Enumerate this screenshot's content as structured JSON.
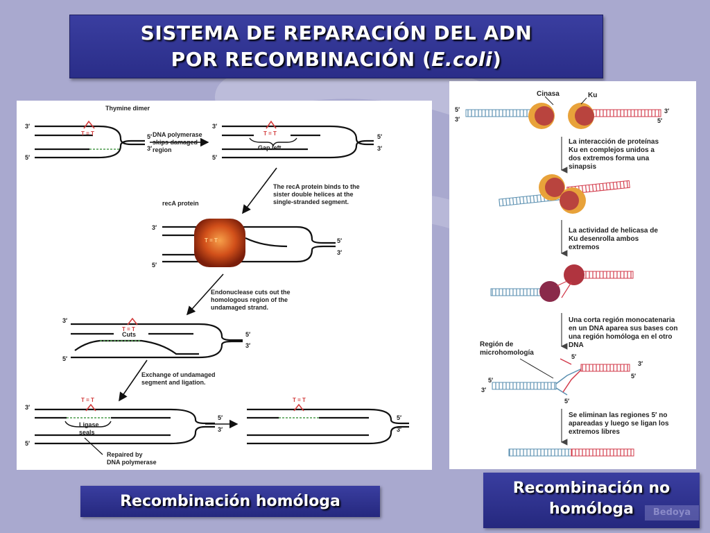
{
  "title": {
    "line1": "SISTEMA DE REPARACIÓN DEL ADN",
    "line2_prefix": "POR RECOMBINACIÓN (",
    "line2_italic": "E.coli",
    "line2_suffix": ")"
  },
  "left_diagram": {
    "labels": {
      "thymine_dimer": "Thymine dimer",
      "dna_polymerase": "DNA polymerase\nskips damaged\nregion",
      "gap_left": "Gap left",
      "reca_protein": "recA protein",
      "reca_binds": "The recA protein binds to the\nsister double helices at the\nsingle-stranded segment.",
      "endonuclease": "Endonuclease cuts out the\nhomologous region of the\nundamaged strand.",
      "cuts": "Cuts",
      "exchange": "Exchange of undamaged\nsegment and ligation.",
      "ligase_seals": "Ligase\nseals",
      "repaired_by": "Repaired by\nDNA polymerase",
      "dimer_mark": "T = T",
      "end_3": "3′",
      "end_5": "5′"
    }
  },
  "right_diagram": {
    "labels": {
      "cinasa": "Cinasa",
      "ku": "Ku",
      "step1": "La interacción de proteínas\nKu en complejos unidos a\ndos extremos forma una\nsinapsis",
      "step2": "La actividad de helicasa de\nKu desenrolla ambos\nextremos",
      "step3": "Una corta región monocatenaria\nen un DNA aparea sus bases con\nuna región homóloga en el otro\nDNA",
      "microhomology": "Región de\nmicrohomología",
      "step4": "Se eliminan las regiones 5′ no\napareadas y luego se ligan los\nextremos libres",
      "end_3": "3′",
      "end_5": "5′"
    }
  },
  "captions": {
    "homologous": "Recombinación homóloga",
    "non_homologous_line1": "Recombinación no",
    "non_homologous_line2": "homóloga"
  },
  "author": "Bedoya",
  "colors": {
    "background": "#a9a9cf",
    "title_box": "#2f3292",
    "strand_left": "#1a1a1a",
    "strand_blue": "#5a8fb0",
    "strand_red": "#d23a4a",
    "ku_orange": "#e8a23a",
    "ku_red": "#b0343f",
    "reca_red": "#c2410c"
  }
}
